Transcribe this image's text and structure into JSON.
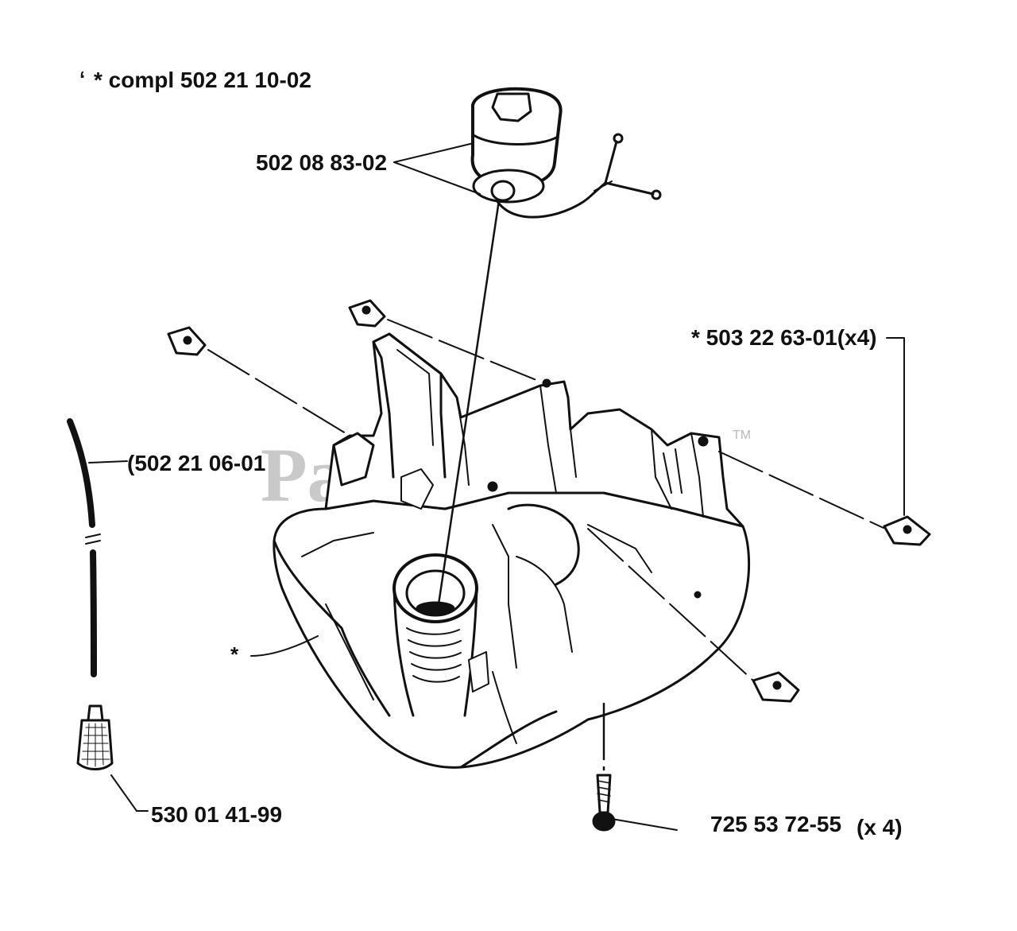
{
  "labels": {
    "assembly": "* compl 502 21 10-02",
    "fuel_cap": "502 08 83-02",
    "nut": "* 503 22 63-01(x4)",
    "fuel_hose": "(502 21 06-01",
    "fuel_filter": "530 01 41-99",
    "screw": "725 53 72-55",
    "screw_qty": "(x 4)",
    "tank_marker": "*",
    "bullet": "‘"
  },
  "watermark": {
    "text": "PartsTree",
    "trademark": "TM"
  },
  "colors": {
    "ink": "#111111",
    "watermark": "#b8b8b8",
    "background": "#ffffff"
  }
}
